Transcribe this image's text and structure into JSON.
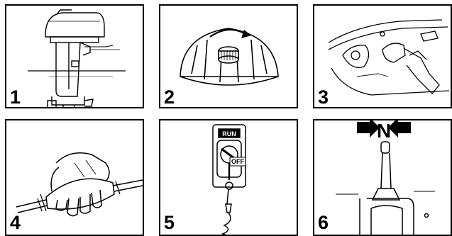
{
  "panels": [
    {
      "number": "1",
      "subject": "outboard-motor"
    },
    {
      "number": "2",
      "subject": "fuel-tank-vent-screw"
    },
    {
      "number": "3",
      "subject": "fuel-hose-connector"
    },
    {
      "number": "4",
      "subject": "primer-bulb"
    },
    {
      "number": "5",
      "subject": "stop-switch"
    },
    {
      "number": "6",
      "subject": "shift-lever"
    }
  ],
  "switch": {
    "run_label": "RUN",
    "off_label": "OFF"
  },
  "shift": {
    "neutral_label": "N"
  },
  "colors": {
    "ink": "#000000",
    "paper": "#ffffff"
  }
}
